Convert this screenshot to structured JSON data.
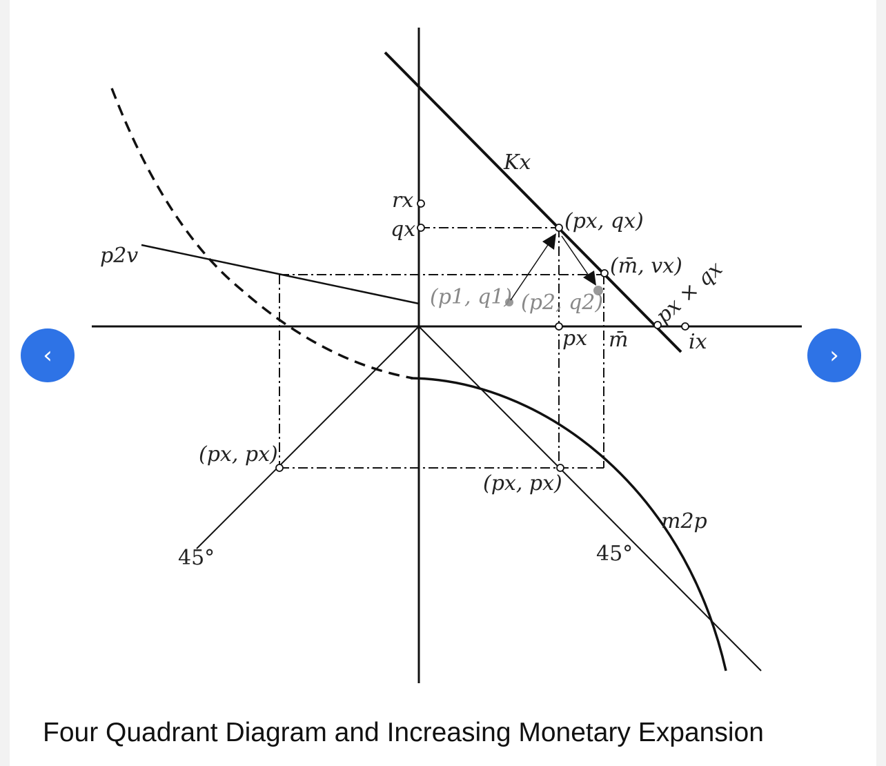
{
  "nav": {
    "prev_icon": "chevron-left-icon",
    "next_icon": "chevron-right-icon",
    "prev_glyph": "‹",
    "next_glyph": "›"
  },
  "caption": "Four Quadrant Diagram and Increasing Monetary Expansion",
  "diagram": {
    "labels": {
      "kx": "Kx",
      "rx": "rx",
      "qx": "qx",
      "px_qx": "(px, qx)",
      "m_vx": "(m̄, vx)",
      "p1_q1": "(p1, q1)",
      "p2_q2": "(p2, q2)",
      "px_axis": "px",
      "m_axis": "m̄",
      "ix": "ix",
      "px_times_qx": "px × qx",
      "p2v": "p2v",
      "px_px_left": "(px, px)",
      "px_px_right": "(px, px)",
      "m2p": "m2p",
      "angle_left": "45°",
      "angle_right": "45°"
    }
  }
}
